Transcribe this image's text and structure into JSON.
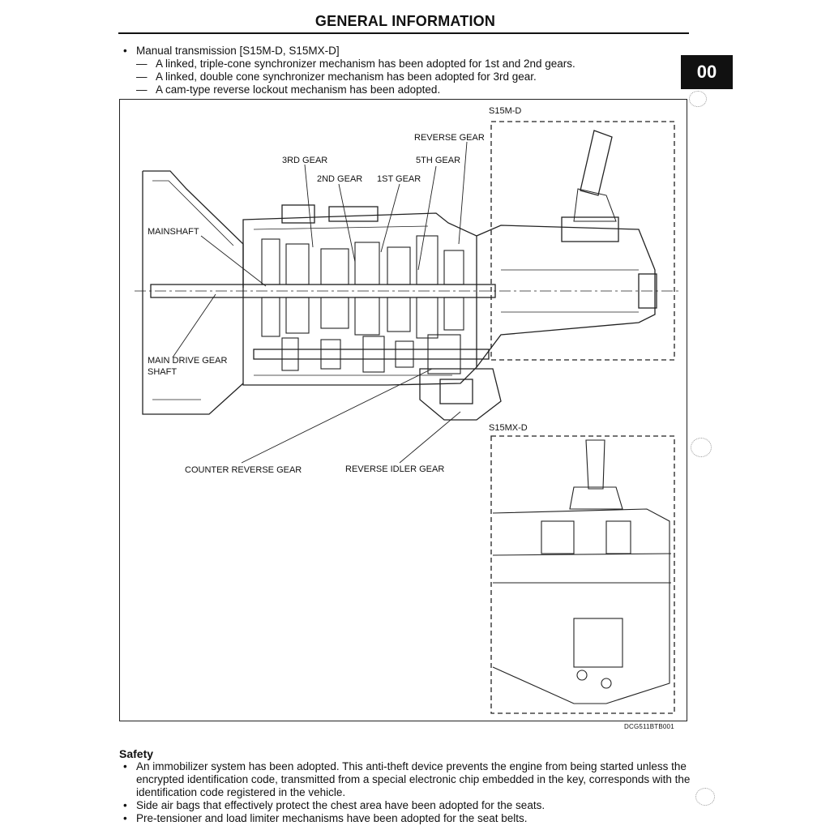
{
  "header": {
    "title": "GENERAL INFORMATION",
    "section_tab": "00"
  },
  "intro": {
    "bullet": "Manual transmission [S15M-D, S15MX-D]",
    "items": [
      "A linked, triple-cone synchronizer mechanism has been adopted for 1st and 2nd gears.",
      "A linked, double cone synchronizer mechanism has been adopted for 3rd gear.",
      "A cam-type reverse lockout mechanism has been adopted."
    ]
  },
  "figure": {
    "labels": {
      "s15m": "S15M-D",
      "s15mx": "S15MX-D",
      "reverse_gear": "REVERSE GEAR",
      "third_gear": "3RD GEAR",
      "fifth_gear": "5TH GEAR",
      "second_gear": "2ND GEAR",
      "first_gear": "1ST GEAR",
      "mainshaft": "MAINSHAFT",
      "main_drive_gear_1": "MAIN DRIVE GEAR",
      "main_drive_gear_2": "SHAFT",
      "counter_reverse_gear": "COUNTER REVERSE GEAR",
      "reverse_idler_gear": "REVERSE IDLER GEAR"
    },
    "code": "DCG511BTB001"
  },
  "safety": {
    "heading": "Safety",
    "items": [
      "An immobilizer system has been adopted. This anti-theft device prevents the engine from being started unless the encrypted identification code, transmitted from a special electronic chip embedded in the key, corresponds with the identification code registered in the vehicle.",
      "Side air bags that effectively protect the chest area have been adopted for the seats.",
      "Pre-tensioner and load limiter mechanisms have been adopted for the seat belts."
    ]
  }
}
